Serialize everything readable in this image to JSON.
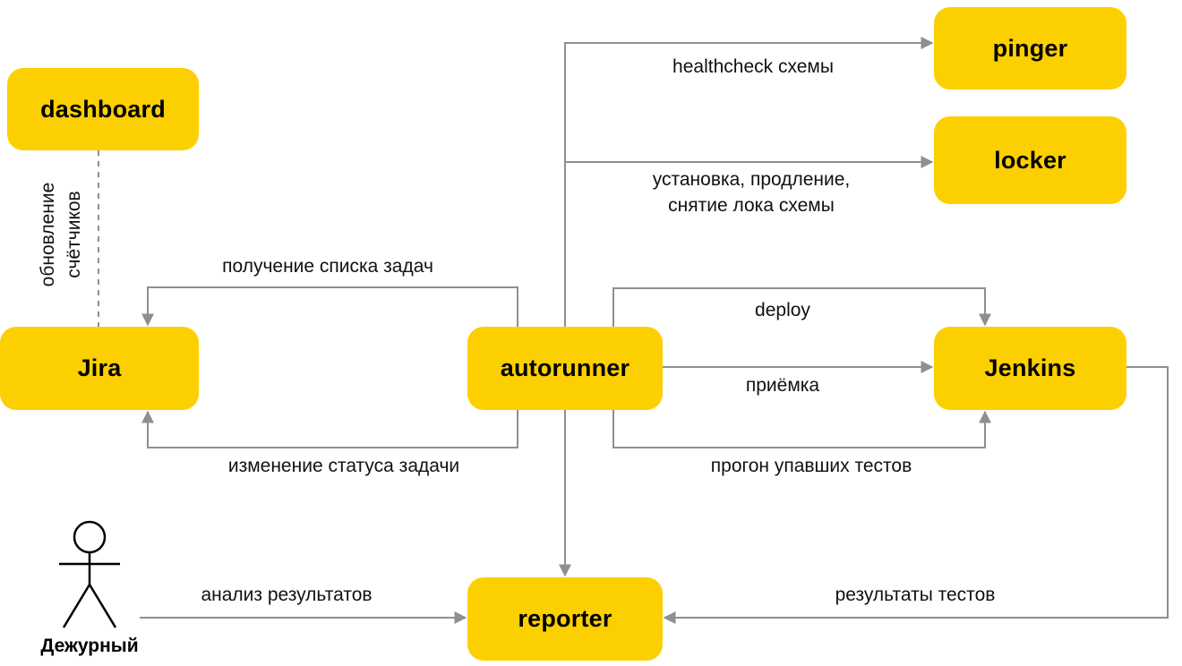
{
  "colors": {
    "node_fill": "#FCD000",
    "node_text": "#000000",
    "connector": "#8F8F8F",
    "label_text": "#111111",
    "background": "#FFFFFF"
  },
  "nodes": {
    "dashboard": {
      "label": "dashboard"
    },
    "jira": {
      "label": "Jira"
    },
    "autorunner": {
      "label": "autorunner"
    },
    "pinger": {
      "label": "pinger"
    },
    "locker": {
      "label": "locker"
    },
    "jenkins": {
      "label": "Jenkins"
    },
    "reporter": {
      "label": "reporter"
    }
  },
  "actor": {
    "label": "Дежурный",
    "icon": "person-stick-figure"
  },
  "edges": {
    "dashboard_to_jira": {
      "label": "обновление\nсчётчиков",
      "from": "dashboard",
      "to": "Jira",
      "style": "dashed"
    },
    "autorunner_to_jira_top": {
      "label": "получение списка задач",
      "from": "autorunner",
      "to": "Jira"
    },
    "autorunner_to_jira_bottom": {
      "label": "изменение статуса задачи",
      "from": "autorunner",
      "to": "Jira"
    },
    "autorunner_to_pinger": {
      "label": "healthcheck схемы",
      "from": "autorunner",
      "to": "pinger"
    },
    "autorunner_to_locker": {
      "label": "установка, продление,\nснятие лока схемы",
      "from": "autorunner",
      "to": "locker"
    },
    "autorunner_to_jenkins_deploy": {
      "label": "deploy",
      "from": "autorunner",
      "to": "Jenkins"
    },
    "autorunner_to_jenkins_priemka": {
      "label": "приёмка",
      "from": "autorunner",
      "to": "Jenkins"
    },
    "autorunner_to_jenkins_rerun": {
      "label": "прогон упавших тестов",
      "from": "autorunner",
      "to": "Jenkins"
    },
    "jenkins_to_reporter": {
      "label": "результаты тестов",
      "from": "Jenkins",
      "to": "reporter"
    },
    "autorunner_to_reporter": {
      "label": "",
      "from": "autorunner",
      "to": "reporter"
    },
    "actor_to_reporter": {
      "label": "анализ результатов",
      "from": "Дежурный",
      "to": "reporter"
    }
  }
}
